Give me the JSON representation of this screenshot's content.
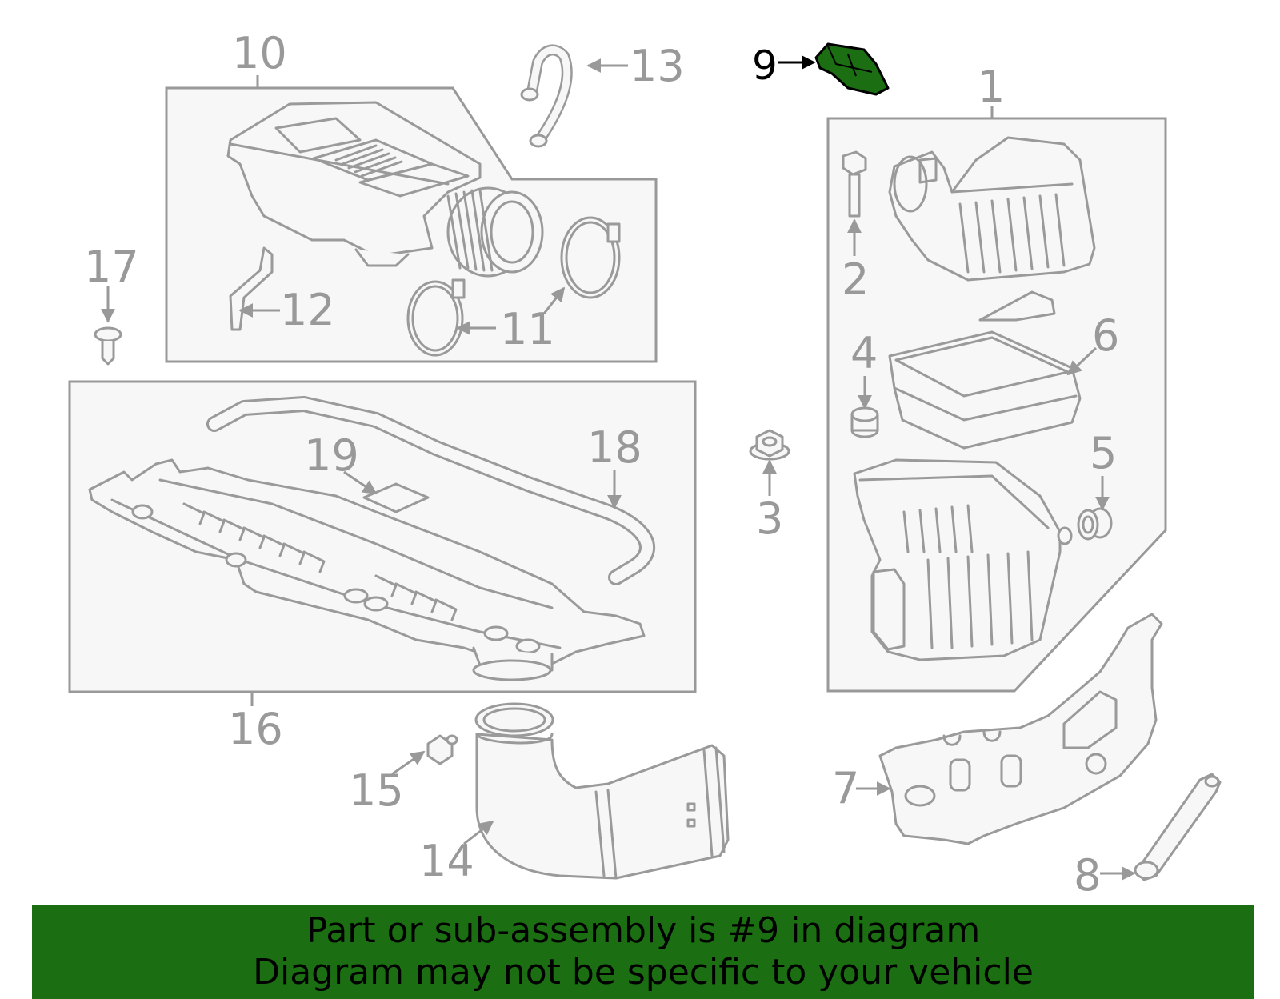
{
  "diagram": {
    "highlighted_part": "9",
    "highlight_color": "#1b6e12",
    "callouts": {
      "c1": "1",
      "c2": "2",
      "c3": "3",
      "c4": "4",
      "c5": "5",
      "c6": "6",
      "c7": "7",
      "c8": "8",
      "c9": "9",
      "c10": "10",
      "c11": "11",
      "c12": "12",
      "c13": "13",
      "c14": "14",
      "c15": "15",
      "c16": "16",
      "c17": "17",
      "c18": "18",
      "c19": "19"
    }
  },
  "banner": {
    "line1": "Part or sub-assembly is #9 in diagram",
    "line2": "Diagram may not be specific to your vehicle",
    "background": "#1b6e12"
  }
}
